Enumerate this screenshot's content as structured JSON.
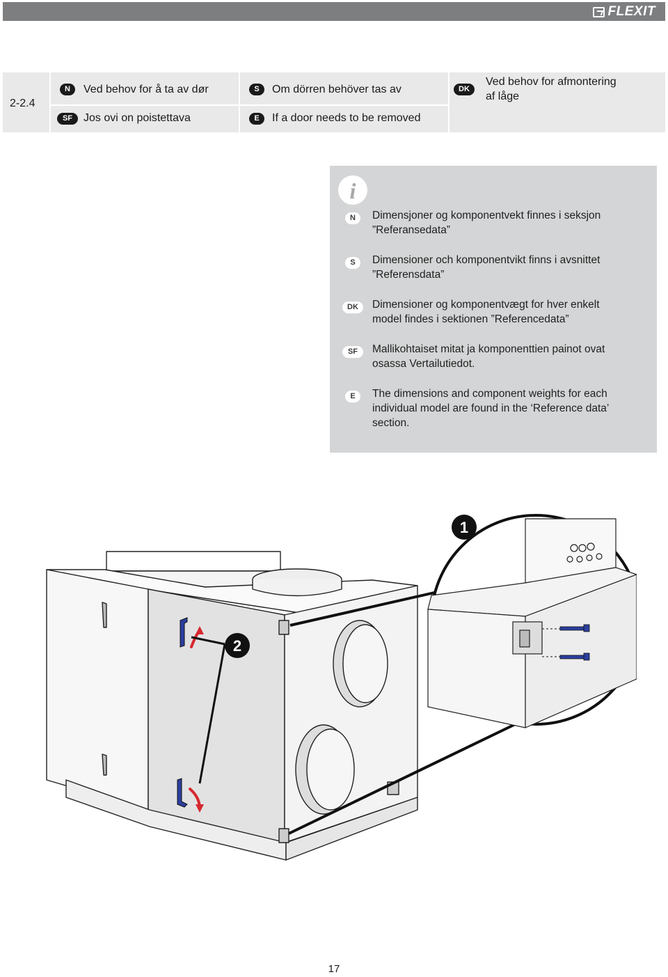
{
  "brand": {
    "name": "FLEXIT"
  },
  "section": {
    "number": "2-2.4",
    "entries": [
      {
        "code": "N",
        "text": "Ved behov for å ta av dør"
      },
      {
        "code": "S",
        "text": "Om dörren behöver tas av"
      },
      {
        "code": "DK",
        "line1": "Ved behov for afmontering",
        "line2": "af låge"
      },
      {
        "code": "SF",
        "text": "Jos ovi on poistettava"
      },
      {
        "code": "E",
        "text": "If a door needs to be removed"
      }
    ]
  },
  "info": {
    "icon": "info-icon",
    "items": [
      {
        "code": "N",
        "line1": "Dimensjoner og komponentvekt finnes i seksjon",
        "line2": "”Referansedata”",
        "line3": ""
      },
      {
        "code": "S",
        "line1": "Dimensioner och komponentvikt finns i avsnittet",
        "line2": "”Referensdata”",
        "line3": ""
      },
      {
        "code": "DK",
        "line1": "Dimensioner og komponentvægt for hver enkelt",
        "line2": "model findes i sektionen ”Referencedata”",
        "line3": ""
      },
      {
        "code": "SF",
        "line1": "Mallikohtaiset mitat ja komponenttien painot ovat",
        "line2": "osassa Vertailutiedot.",
        "line3": ""
      },
      {
        "code": "E",
        "line1": "The dimensions and component weights for each",
        "line2": "individual model are found in the ‘Reference data’",
        "line3": "section."
      }
    ]
  },
  "illustration": {
    "callouts": [
      "1",
      "2"
    ],
    "colors": {
      "handle": "#2b3f9e",
      "arrow": "#d7282f",
      "outline": "#222222"
    }
  },
  "page": {
    "number": "17"
  }
}
